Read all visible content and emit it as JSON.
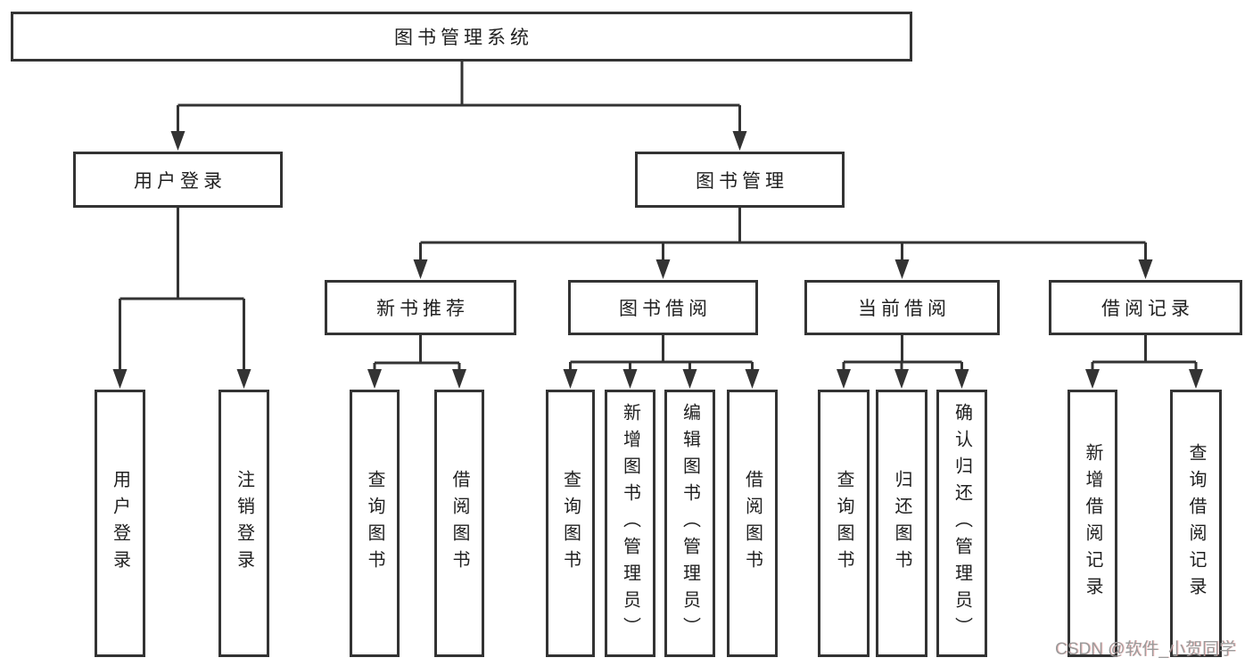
{
  "tree": {
    "root": "图书管理系统",
    "level2": [
      "用户登录",
      "图书管理"
    ],
    "level3": [
      "新书推荐",
      "图书借阅",
      "当前借阅",
      "借阅记录"
    ],
    "leaves": {
      "login": [
        "用户登录",
        "注销登录"
      ],
      "recommend": [
        "查询图书",
        "借阅图书"
      ],
      "borrow": [
        "查询图书",
        "新增图书（管理员）",
        "编辑图书（管理员）",
        "借阅图书"
      ],
      "current": [
        "查询图书",
        "归还图书",
        "确认归还（管理员）"
      ],
      "records": [
        "新增借阅记录",
        "查询借阅记录"
      ]
    }
  },
  "watermark": "CSDN @软件_小贺同学",
  "colors": {
    "line": "#333333",
    "text": "#1f1f1f",
    "watermark": "#9b9b9b",
    "background": "#ffffff"
  }
}
